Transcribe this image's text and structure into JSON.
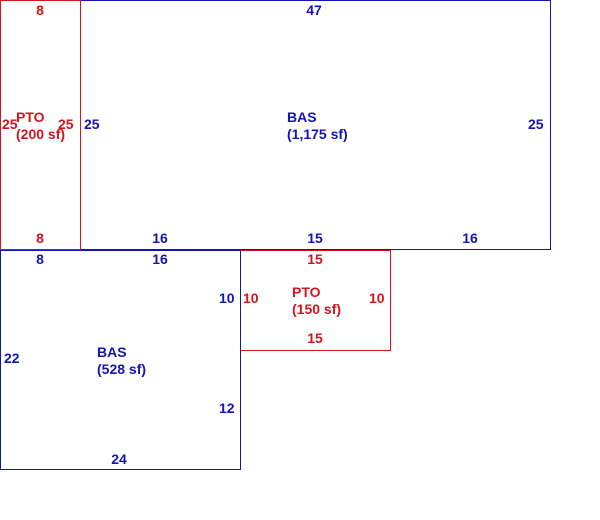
{
  "colors": {
    "bas": "#1414b4",
    "pto": "#d2141e"
  },
  "areas": [
    {
      "code": "PTO",
      "area_label": "(200 sf)",
      "dims": {
        "top": "8",
        "left": "25",
        "right": "25",
        "bottom": "8"
      }
    },
    {
      "code": "BAS",
      "area_label": "(1,175 sf)",
      "dims": {
        "top": "47",
        "left": "25",
        "right": "25",
        "bottom_left": "16",
        "bottom_mid": "15",
        "bottom_right": "16"
      }
    },
    {
      "code": "BAS",
      "area_label": "(528 sf)",
      "dims": {
        "top_left": "8",
        "top_right": "16",
        "left": "22",
        "right_upper": "10",
        "right_lower": "12",
        "bottom": "24"
      }
    },
    {
      "code": "PTO",
      "area_label": "(150 sf)",
      "dims": {
        "top": "15",
        "left": "10",
        "right": "10",
        "bottom": "15"
      }
    }
  ]
}
